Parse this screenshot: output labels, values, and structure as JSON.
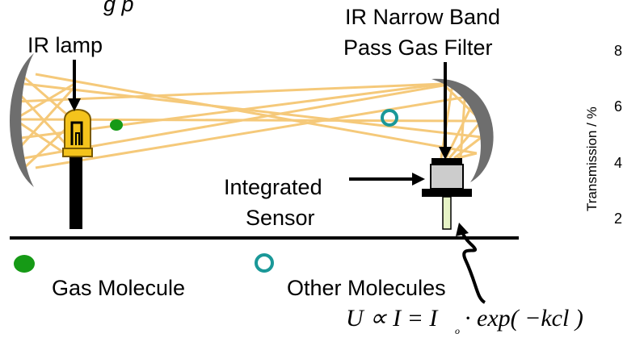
{
  "title_fragment": "g      p",
  "labels": {
    "ir_lamp": "IR lamp",
    "filter_line1": "IR Narrow Band",
    "filter_line2": "Pass Gas Filter",
    "sensor_line1": "Integrated",
    "sensor_line2": "Sensor",
    "legend_gas": "Gas Molecule",
    "legend_other": "Other Molecules"
  },
  "formula": {
    "main": "U ∝ I = I",
    "subscript": "o",
    "tail": "· exp( −kcl )"
  },
  "chart_fragment": {
    "ylabel": "Transmission / %",
    "ticks": [
      "8",
      "6",
      "4",
      "2"
    ]
  },
  "colors": {
    "rays": "#f5c97a",
    "reflector": "#6e6e6e",
    "lamp_body": "#f4c31c",
    "gas_molecule": "#169a16",
    "other_molecule": "#1a9898",
    "line": "#000000"
  }
}
